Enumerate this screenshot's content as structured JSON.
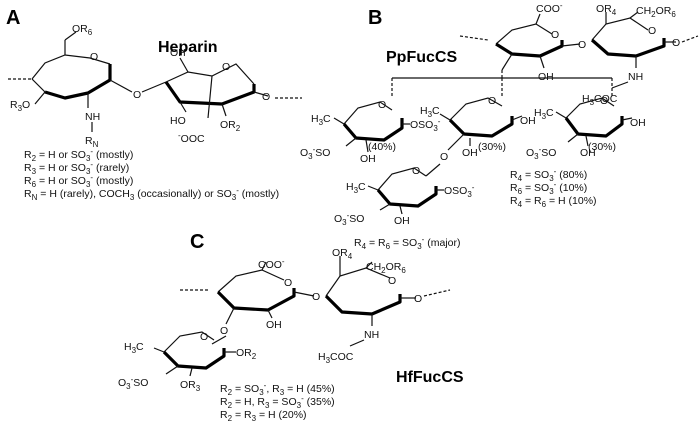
{
  "panels": {
    "A": {
      "letter": "A",
      "title": "Heparin",
      "notes": [
        "R2 = H or SO3- (mostly)",
        "R3 = H or SO3- (rarely)",
        "R6 = H or SO3- (mostly)",
        "RN = H (rarely), COCH3 (occasionally) or SO3- (mostly)"
      ]
    },
    "B": {
      "letter": "B",
      "title": "PpFucCS",
      "branch_percentages": [
        "(40%)",
        "(30%)",
        "(30%)"
      ],
      "notes": [
        "R4 = SO3-  (80%)",
        "R6 = SO3-  (10%)",
        "R4 = R6 = H (10%)"
      ]
    },
    "C": {
      "letter": "C",
      "title": "HfFucCS",
      "top_note": "R4 = R6 = SO3- (major)",
      "notes": [
        "R2 = SO3-, R3 = H (45%)",
        "R2 = H, R3 = SO3- (35%)",
        "R2 = R3 = H (20%)"
      ]
    }
  }
}
